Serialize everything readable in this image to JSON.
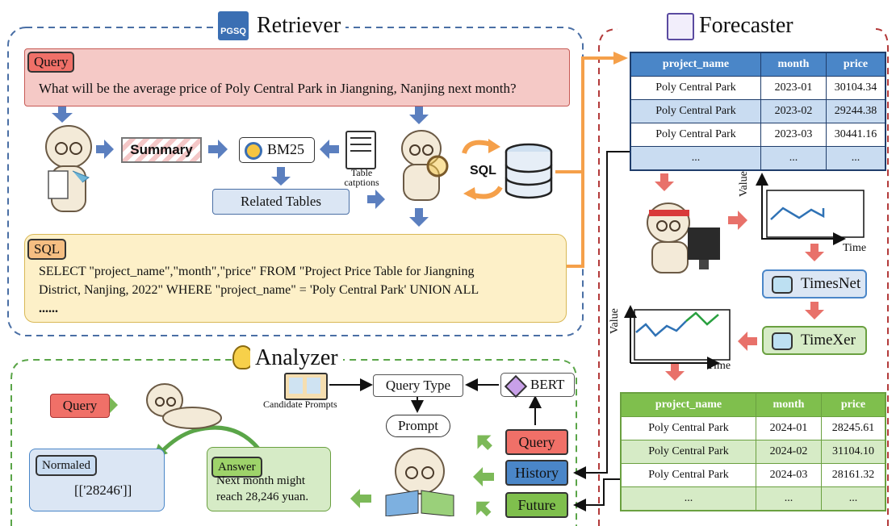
{
  "retriever": {
    "title": "Retriever",
    "logo": "PGSQ",
    "query_tag": "Query",
    "query_text": "What will be the average price of Poly Central Park in Jiangning, Nanjing next month?",
    "summary": "Summary",
    "bm25": "BM25",
    "table_captions": "Table catptions",
    "related_tables": "Related Tables",
    "sql_label": "SQL",
    "sql_tag": "SQL",
    "sql_line1": "SELECT \"project_name\",\"month\",\"price\" FROM \"Project Price Table for Jiangning",
    "sql_line2": "District, Nanjing, 2022\" WHERE \"project_name\" = 'Poly Central Park' UNION ALL",
    "sql_line3": "......"
  },
  "forecaster": {
    "title": "Forecaster",
    "history_table": {
      "headers": [
        "project_name",
        "month",
        "price"
      ],
      "rows": [
        [
          "Poly Central Park",
          "2023-01",
          "30104.34"
        ],
        [
          "Poly Central Park",
          "2023-02",
          "29244.38"
        ],
        [
          "Poly Central Park",
          "2023-03",
          "30441.16"
        ],
        [
          "...",
          "...",
          "..."
        ]
      ]
    },
    "chart1": {
      "ylabel": "Value",
      "xlabel": "Time"
    },
    "chart2": {
      "ylabel": "Value",
      "xlabel": "Time"
    },
    "timesnet": "TimesNet",
    "timexer": "TimeXer",
    "future_table": {
      "headers": [
        "project_name",
        "month",
        "price"
      ],
      "rows": [
        [
          "Poly Central Park",
          "2024-01",
          "28245.61"
        ],
        [
          "Poly Central Park",
          "2024-02",
          "31104.10"
        ],
        [
          "Poly Central Park",
          "2024-03",
          "28161.32"
        ],
        [
          "...",
          "...",
          "..."
        ]
      ]
    }
  },
  "analyzer": {
    "title": "Analyzer",
    "candidate_prompts": "Candidate Prompts",
    "query_type": "Query Type",
    "bert": "BERT",
    "prompt": "Prompt",
    "query": "Query",
    "query_right": "Query",
    "history": "History",
    "future": "Future",
    "normaled_tag": "Normaled",
    "normaled_value": "[['28246']]",
    "answer_tag": "Answer",
    "answer_text": "Next month might reach 28,246 yuan."
  },
  "colors": {
    "retriever_border": "#4a6fa5",
    "forecaster_border": "#b33a3a",
    "analyzer_border": "#5aa548",
    "query_red": "#f07068",
    "history_blue": "#4a86c8",
    "future_green": "#7fbf4d",
    "orange": "#f5a04a"
  }
}
